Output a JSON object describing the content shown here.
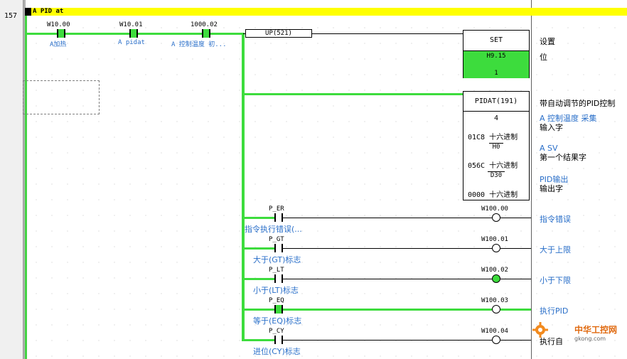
{
  "rung": {
    "number": "157",
    "title": "A PID at"
  },
  "input_contacts": [
    {
      "addr": "W10.00",
      "comment": "A加热"
    },
    {
      "addr": "W10.01",
      "comment": "A pidat"
    },
    {
      "addr": "1000.02",
      "comment": "A 控制温度 初..."
    }
  ],
  "up_instr": "UP(521)",
  "set_block": {
    "name": "SET",
    "operand": "H9.15",
    "value": "1",
    "comment_1": "设置",
    "comment_2": "位"
  },
  "pidat_block": {
    "name": "PIDAT(191)",
    "s_value": "4",
    "c_value": "01C8",
    "c_format": "十六进制",
    "c_sub": "H0",
    "d_value": "056C",
    "d_format": "十六进制",
    "d_sub": "D30",
    "out_value": "0000",
    "out_format": "十六进制",
    "comment_title": "带自动调节的PID控制",
    "s_comment_1": "A 控制温度 采集",
    "s_comment_2": "输入字",
    "c_comment_1": "A SV",
    "c_comment_2": "第一个结果字",
    "d_comment_1": "PID输出",
    "d_comment_2": "输出字"
  },
  "flag_rows": [
    {
      "contact": "P_ER",
      "contact_comment": "指令执行错误(...",
      "coil": "W100.00",
      "coil_comment": "指令错误",
      "coil_on": false
    },
    {
      "contact": "P_GT",
      "contact_comment": "大于(GT)标志",
      "coil": "W100.01",
      "coil_comment": "大于上限",
      "coil_on": false
    },
    {
      "contact": "P_LT",
      "contact_comment": "小于(LT)标志",
      "coil": "W100.02",
      "coil_comment": "小于下限",
      "coil_on": true
    },
    {
      "contact": "P_EQ",
      "contact_comment": "等于(EQ)标志",
      "coil": "W100.03",
      "coil_comment": "执行PID",
      "coil_on": false
    },
    {
      "contact": "P_CY",
      "contact_comment": "进位(CY)标志",
      "coil": "W100.04",
      "coil_comment": "执行自",
      "coil_on": false
    }
  ],
  "watermark": {
    "line1": "中华工控网",
    "line2": "gkong.com"
  },
  "colors": {
    "energized": "#3ddc3d",
    "rung_header": "#ffff00",
    "comment_blue": "#2a6fc9"
  }
}
